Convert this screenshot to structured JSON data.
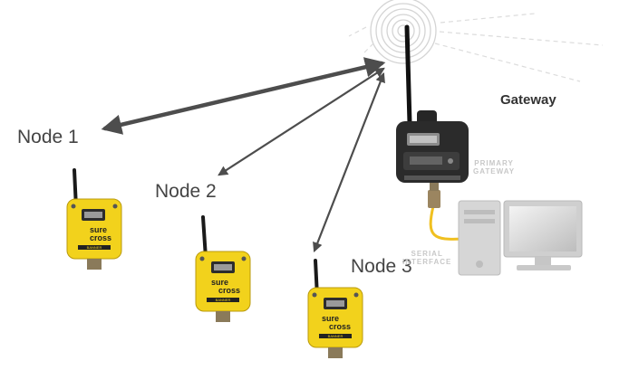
{
  "nodes": [
    {
      "label": "Node 1"
    },
    {
      "label": "Node 2"
    },
    {
      "label": "Node 3"
    }
  ],
  "gateway": {
    "label": "Gateway",
    "caption_line1": "PRIMARY",
    "caption_line2": "GATEWAY"
  },
  "serial": {
    "caption_line1": "SERIAL",
    "caption_line2": "INTERFACE"
  },
  "device": {
    "brand_line1": "sure",
    "brand_line2": "cross",
    "maker": "BANNER"
  },
  "colors": {
    "device_yellow": "#f2d21c",
    "gateway_body": "#2a2a2a",
    "arrow": "#555555",
    "cable": "#f0c020",
    "computer": "#cfcfcf"
  }
}
